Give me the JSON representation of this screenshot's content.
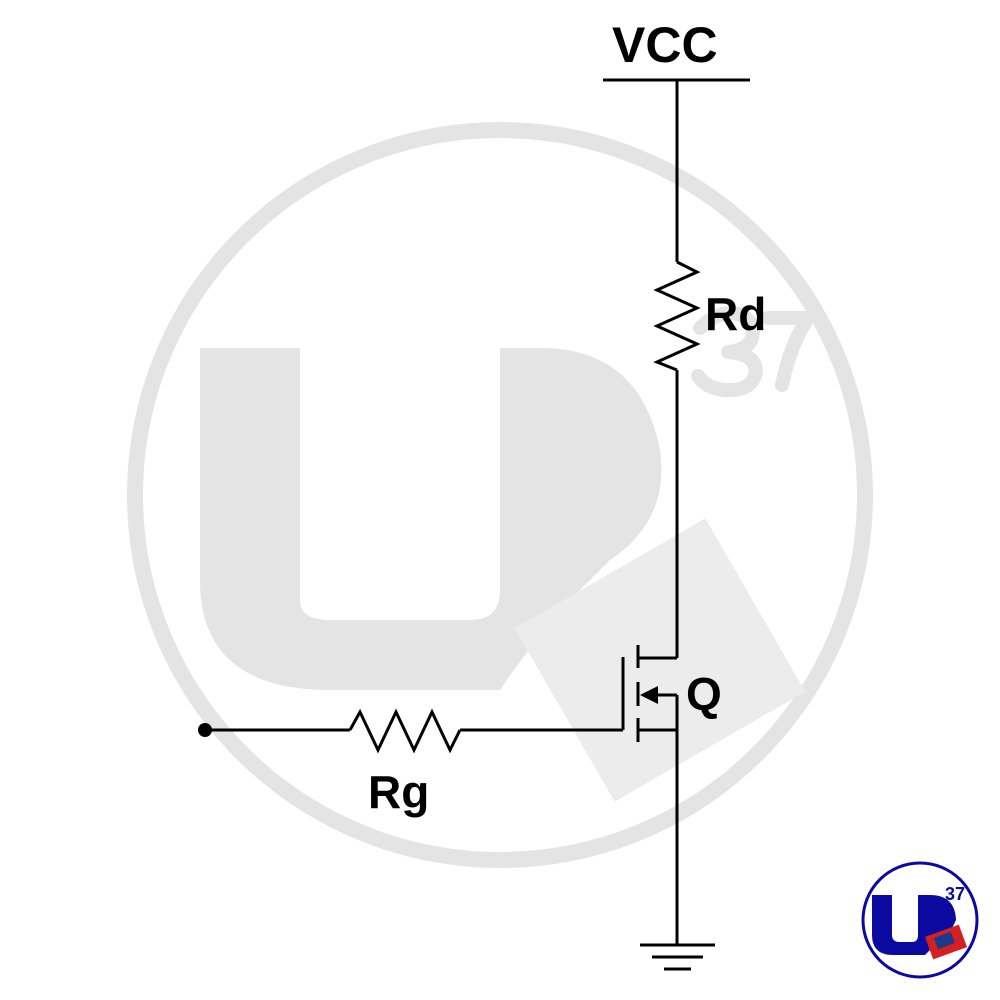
{
  "labels": {
    "vcc": "VCC",
    "rd": "Rd",
    "rg": "Rg",
    "q": "Q"
  },
  "watermark": {
    "text": "UD",
    "superscript": "37",
    "color": "#e4e4e4"
  },
  "logo": {
    "text": "UD",
    "superscript": "37",
    "color": "#0a0aa0"
  },
  "colors": {
    "wire": "#000000",
    "background": "#ffffff"
  }
}
